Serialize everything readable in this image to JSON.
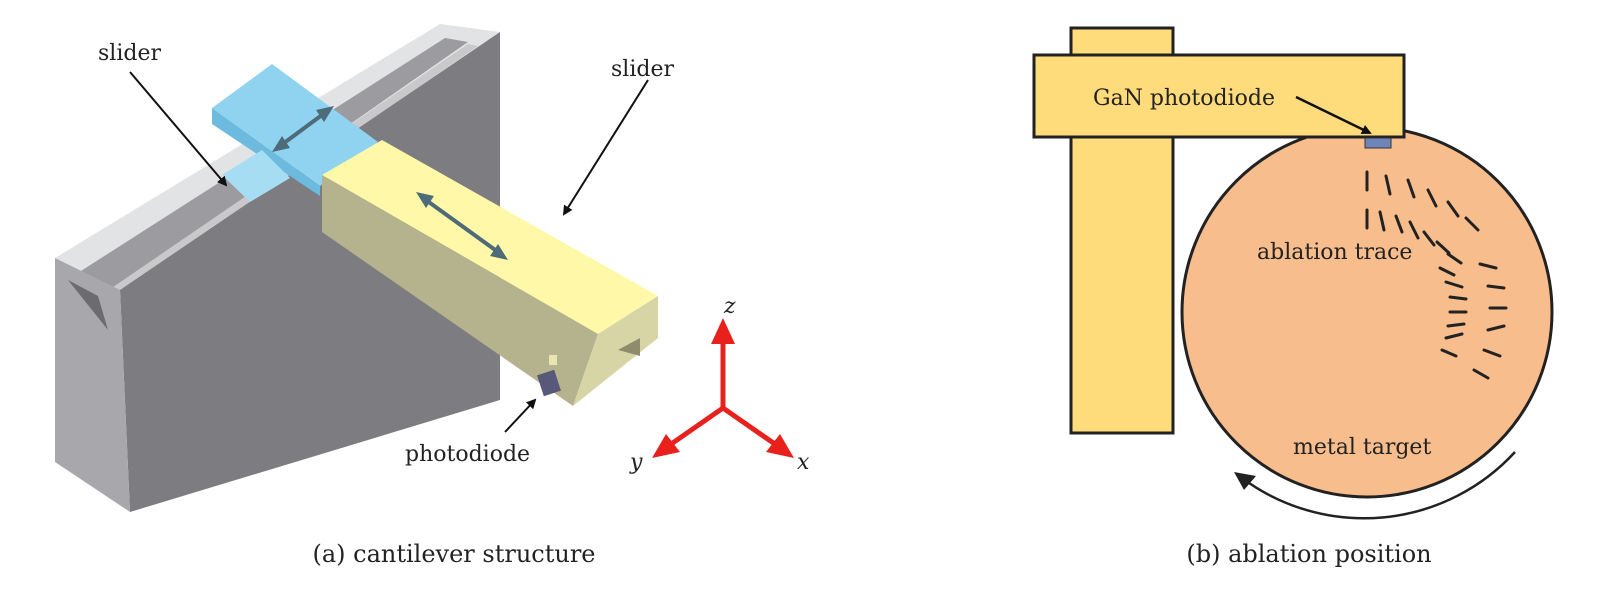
{
  "panel_a": {
    "caption": "(a) cantilever structure",
    "labels": {
      "slider_left": "slider",
      "slider_right": "slider",
      "photodiode": "photodiode"
    },
    "axes": {
      "z": "z",
      "y": "y",
      "x": "x"
    },
    "colors": {
      "rail_top": "#e2e3e5",
      "rail_front": "#7d7d81",
      "blue_slider": "#8fd3f1",
      "yellow_top": "#fff8a8",
      "yellow_side": "#b5b28e",
      "axis_red": "#e8211c",
      "arrow": "#4d6b78"
    }
  },
  "panel_b": {
    "caption": "(b) ablation position",
    "labels": {
      "photodiode": "GaN photodiode",
      "trace": "ablation trace",
      "target": "metal target"
    },
    "colors": {
      "beam": "#fedb7b",
      "target": "#f7bd8d",
      "diode": "#6f84b8",
      "outline": "#222222"
    }
  }
}
